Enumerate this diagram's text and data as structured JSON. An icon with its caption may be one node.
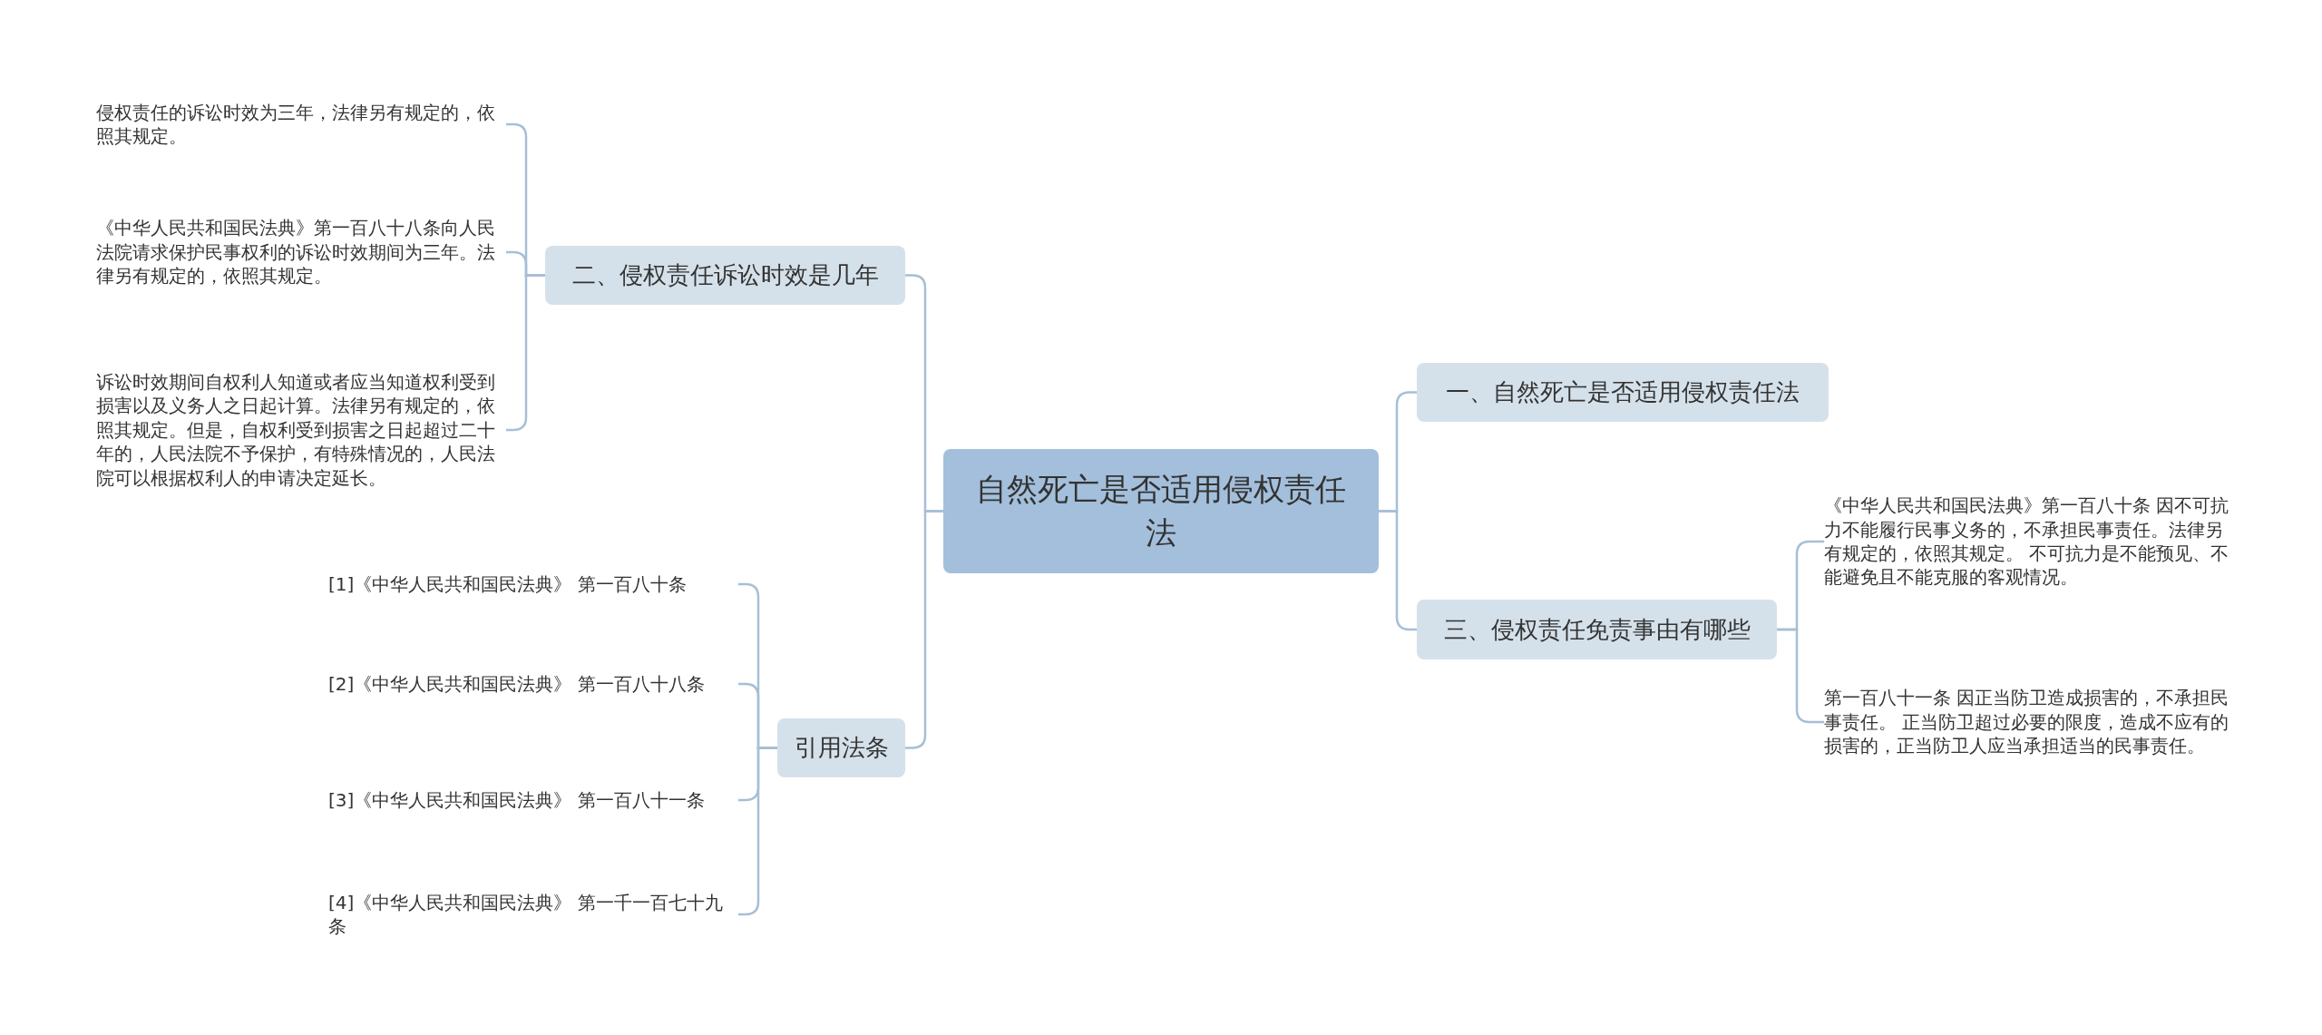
{
  "diagram": {
    "nodes": [
      {
        "text": [
          "自然死亡是否适用侵权责任法"
        ]
      },
      {
        "text": [
          "二、侵权责任诉讼时效是几年"
        ]
      },
      {
        "text": [
          "侵权责任的诉讼时效为三年，法律另有规定的，依照其规定。"
        ]
      },
      {
        "text": [
          "《中华人民共和国民法典》第一百八十八条向人民法院请求保护民事权利的诉讼时效期间为三年。法律另有规定的，依照其规定。"
        ]
      },
      {
        "text": [
          "诉讼时效期间自权利人知道或者应当知道权利受到损害以及义务人之日起计算。法律另有规定的，依照其规定。但是，自权利受到损害之日起超过二十年的，人民法院不予保护，有特殊情况的，人民法院可以根据权利人的申请决定延长。"
        ]
      },
      {
        "text": [
          "引用法条"
        ]
      },
      {
        "text": [
          "[1]《中华人民共和国民法典》 第一百八十条"
        ]
      },
      {
        "text": [
          "[2]《中华人民共和国民法典》 第一百八十八条"
        ]
      },
      {
        "text": [
          "[3]《中华人民共和国民法典》 第一百八十一条"
        ]
      },
      {
        "text": [
          "[4]《中华人民共和国民法典》 第一千一百七十九条"
        ]
      },
      {
        "text": [
          "一、自然死亡是否适用侵权责任法"
        ]
      },
      {
        "text": [
          "三、侵权责任免责事由有哪些"
        ]
      },
      {
        "text": [
          "《中华人民共和国民法典》第一百八十条 因不可抗力不能履行民事义务的，不承担民事责任。法律另有规定的，依照其规定。 不可抗力是不能预见、不能避免且不能克服的客观情况。"
        ]
      },
      {
        "text": [
          "第一百八十一条 因正当防卫造成损害的，不承担民事责任。 正当防卫超过必要的限度，造成不应有的损害的，正当防卫人应当承担适当的民事责任。"
        ]
      }
    ],
    "edges": [
      {
        "from": 0,
        "to": 1,
        "arrow": "none"
      },
      {
        "from": 1,
        "to": 2,
        "arrow": "none"
      },
      {
        "from": 1,
        "to": 3,
        "arrow": "none"
      },
      {
        "from": 1,
        "to": 4,
        "arrow": "none"
      },
      {
        "from": 0,
        "to": 5,
        "arrow": "none"
      },
      {
        "from": 5,
        "to": 6,
        "arrow": "none"
      },
      {
        "from": 5,
        "to": 7,
        "arrow": "none"
      },
      {
        "from": 5,
        "to": 8,
        "arrow": "none"
      },
      {
        "from": 5,
        "to": 9,
        "arrow": "none"
      },
      {
        "from": 0,
        "to": 10,
        "arrow": "none"
      },
      {
        "from": 0,
        "to": 11,
        "arrow": "none"
      },
      {
        "from": 11,
        "to": 12,
        "arrow": "none"
      },
      {
        "from": 11,
        "to": 13,
        "arrow": "none"
      }
    ]
  }
}
